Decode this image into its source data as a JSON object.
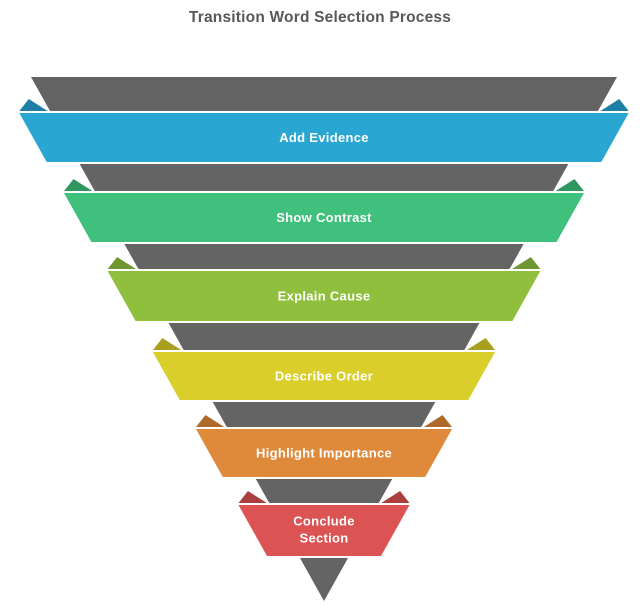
{
  "title": "Transition Word Selection Process",
  "colors": {
    "background": "#ffffff",
    "funnel_gray": "#646464",
    "title_text": "#58585a",
    "band_outline": "#ffffff",
    "label_text": "#ffffff"
  },
  "stages": [
    {
      "label": "Add Evidence",
      "color": "#2aa6d2",
      "fold_color": "#1d7fa3",
      "two_line": false
    },
    {
      "label": "Show Contrast",
      "color": "#3fc07d",
      "fold_color": "#2f9660",
      "two_line": false
    },
    {
      "label": "Explain Cause",
      "color": "#90bf3e",
      "fold_color": "#6f9630",
      "two_line": false
    },
    {
      "label": "Describe Order",
      "color": "#d9ce2a",
      "fold_color": "#a89f1f",
      "two_line": false
    },
    {
      "label": "Highlight Importance",
      "color": "#de8a3a",
      "fold_color": "#ad6a2b",
      "two_line": false
    },
    {
      "label": "Conclude Section",
      "color": "#dc5353",
      "fold_color": "#ab3f3f",
      "two_line": true
    }
  ]
}
